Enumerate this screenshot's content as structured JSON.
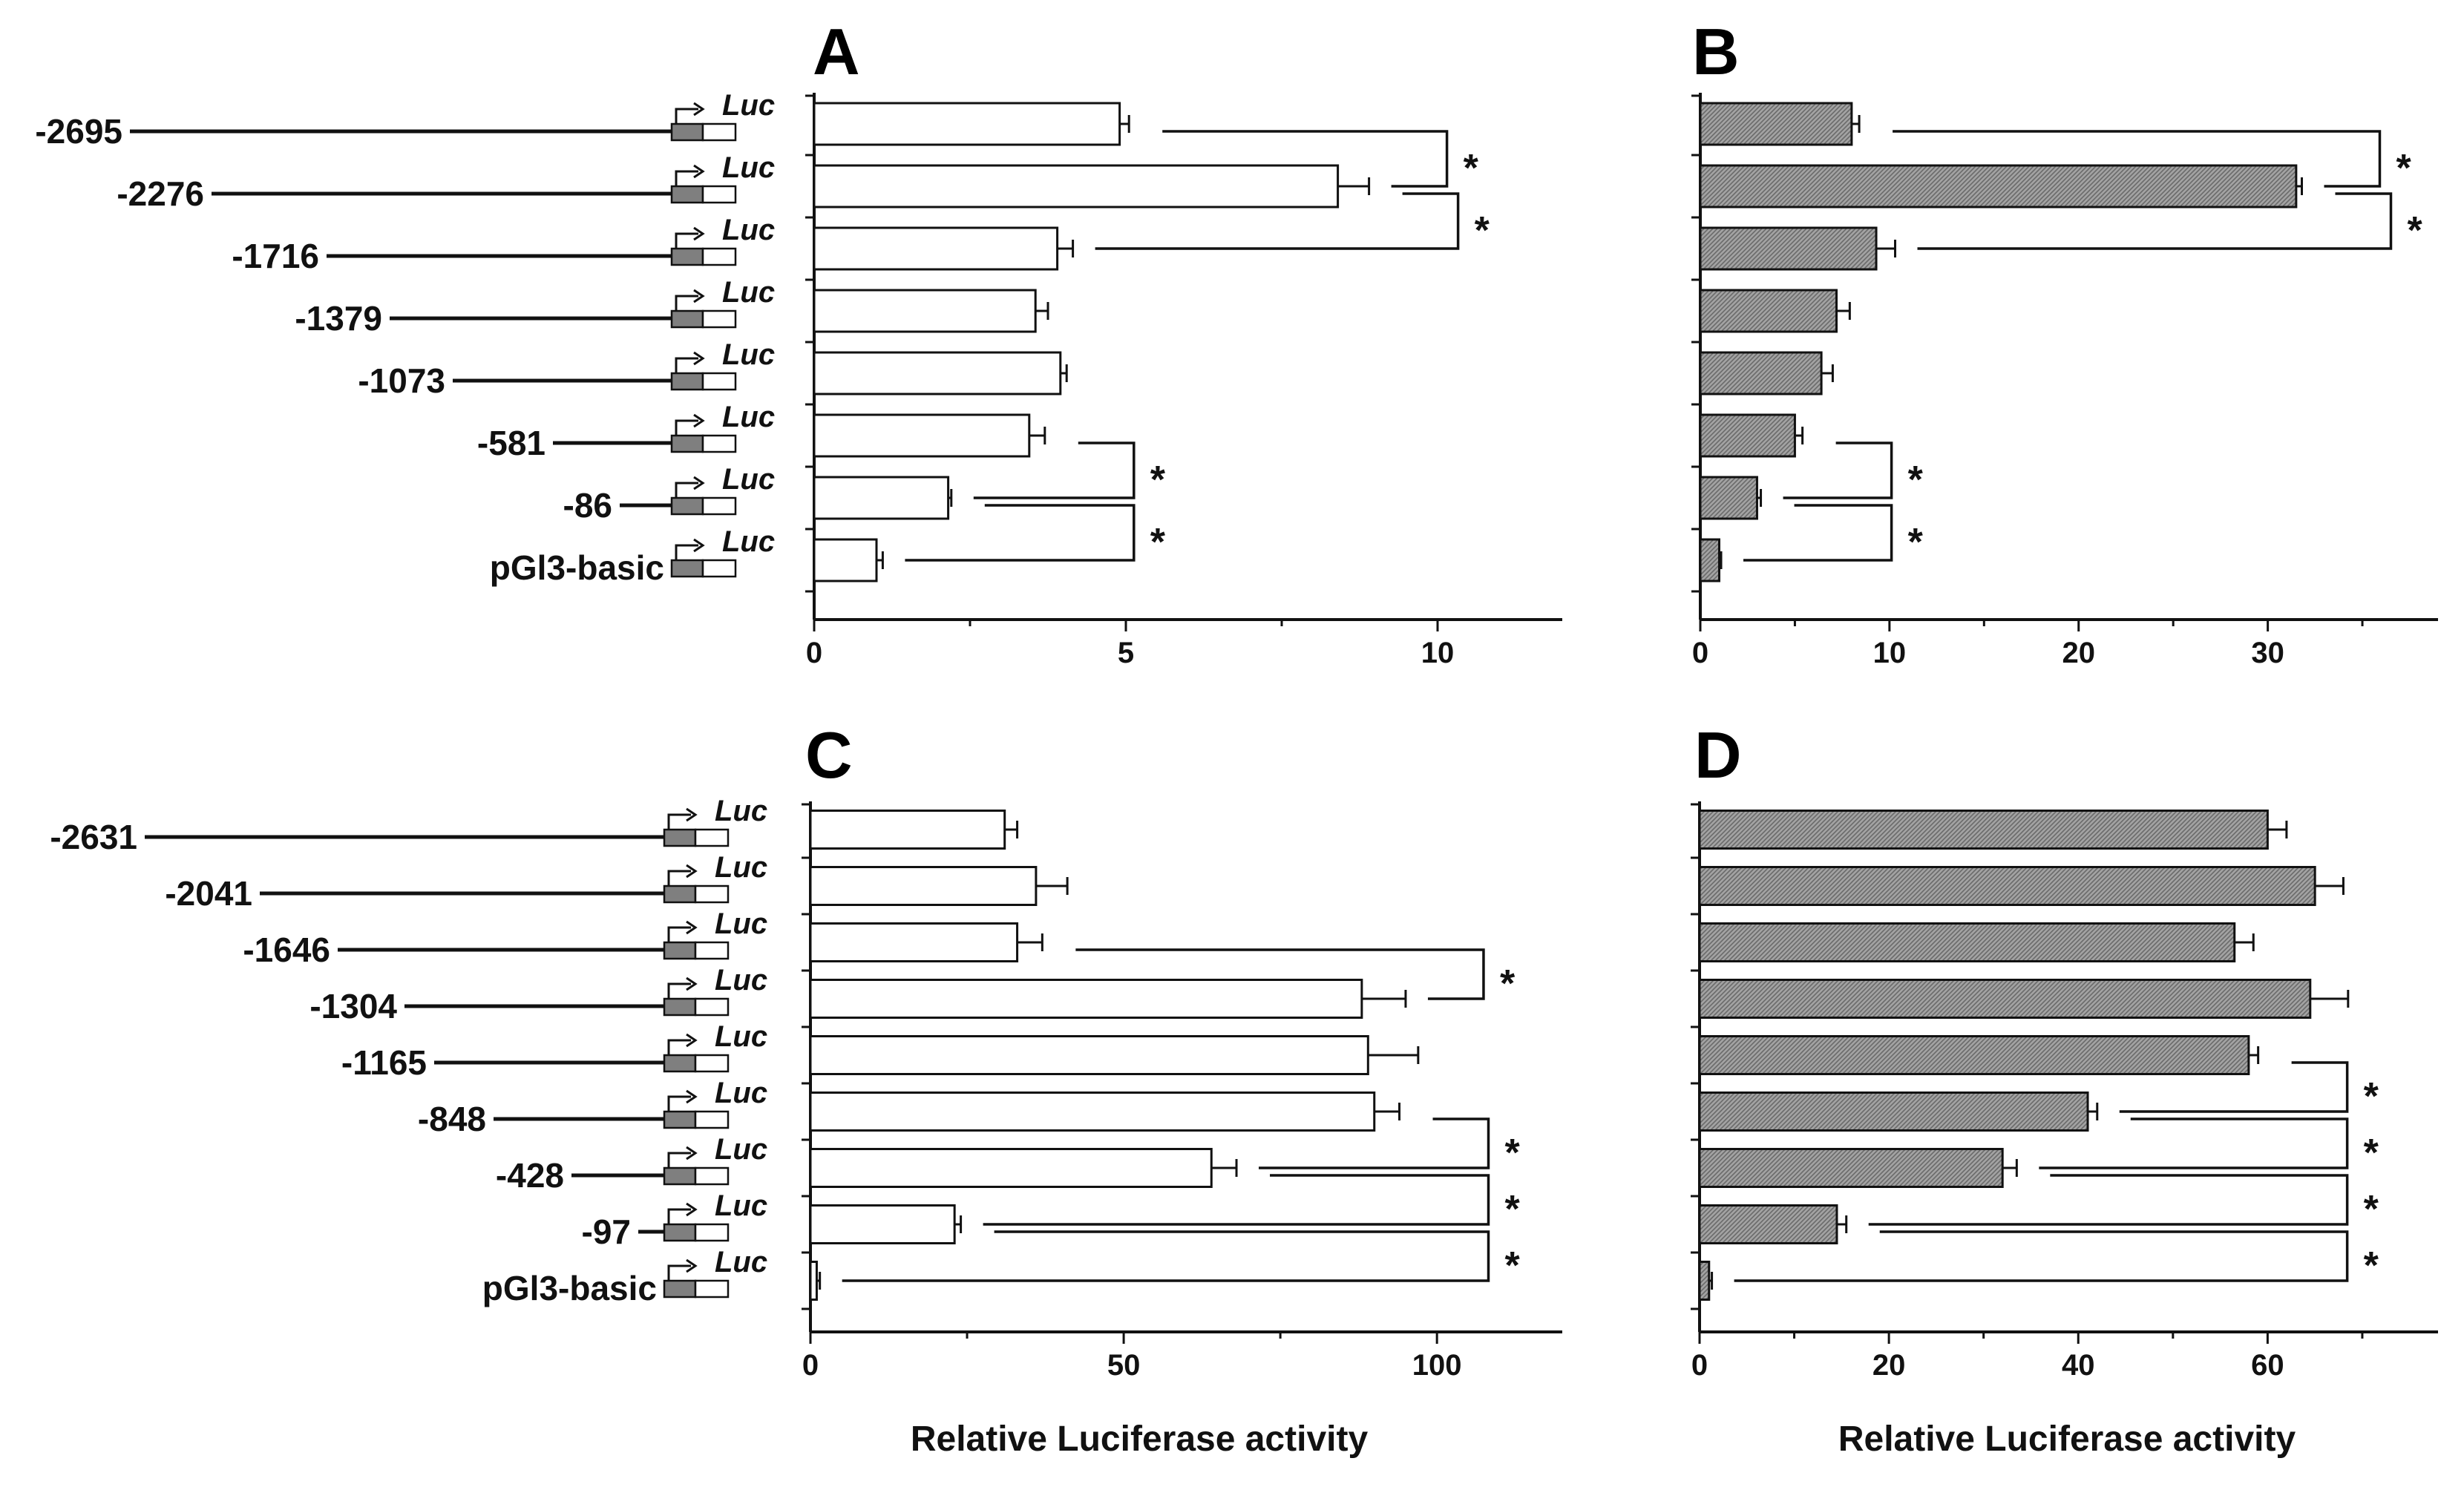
{
  "colors": {
    "open_bar": "#ffffff",
    "hatched_bar": "#9a9a9a",
    "promoter_block": "#7f7f7f",
    "ink": "#111111"
  },
  "icons": [
    "arrow-icon",
    "luciferase-box-icon"
  ],
  "reporter_label": "Luc",
  "x_axis_label": "Relative Luciferase activity",
  "chart_data": [
    {
      "panel": "A",
      "type": "bar",
      "orientation": "horizontal",
      "fill": "open",
      "constructs": [
        "-2695",
        "-2276",
        "-1716",
        "-1379",
        "-1073",
        "-581",
        "-86",
        "pGl3-basic"
      ],
      "values": [
        4.9,
        8.4,
        3.9,
        3.55,
        3.95,
        3.45,
        2.15,
        1.0
      ],
      "errors": [
        0.15,
        0.5,
        0.25,
        0.2,
        0.1,
        0.25,
        0.05,
        0.1
      ],
      "xlim": [
        0,
        12
      ],
      "xticks": [
        "0",
        "5",
        "10"
      ],
      "significance": [
        {
          "rows": [
            0,
            1
          ],
          "label": "*"
        },
        {
          "rows": [
            1,
            2
          ],
          "label": "*"
        },
        {
          "rows": [
            5,
            6
          ],
          "label": "*"
        },
        {
          "rows": [
            6,
            7
          ],
          "label": "*"
        }
      ]
    },
    {
      "panel": "B",
      "type": "bar",
      "orientation": "horizontal",
      "fill": "hatched",
      "values": [
        8.0,
        31.5,
        9.3,
        7.2,
        6.4,
        5.0,
        3.0,
        1.0
      ],
      "errors": [
        0.4,
        0.3,
        1.0,
        0.7,
        0.6,
        0.4,
        0.2,
        0.1
      ],
      "xlim": [
        0,
        39
      ],
      "xticks": [
        "0",
        "10",
        "20",
        "30"
      ],
      "significance": [
        {
          "rows": [
            0,
            1
          ],
          "label": "*"
        },
        {
          "rows": [
            1,
            2
          ],
          "label": "*"
        },
        {
          "rows": [
            5,
            6
          ],
          "label": "*"
        },
        {
          "rows": [
            6,
            7
          ],
          "label": "*"
        }
      ]
    },
    {
      "panel": "C",
      "type": "bar",
      "orientation": "horizontal",
      "fill": "open",
      "constructs": [
        "-2631",
        "-2041",
        "-1646",
        "-1304",
        "-1165",
        "-848",
        "-428",
        "-97",
        "pGl3-basic"
      ],
      "values": [
        31,
        36,
        33,
        88,
        89,
        90,
        64,
        23,
        1
      ],
      "errors": [
        2,
        5,
        4,
        7,
        8,
        4,
        4,
        1,
        0.5
      ],
      "xlim": [
        0,
        120
      ],
      "xticks": [
        "0",
        "50",
        "100"
      ],
      "significance": [
        {
          "rows": [
            2,
            3
          ],
          "label": "*"
        },
        {
          "rows": [
            5,
            6
          ],
          "label": "*"
        },
        {
          "rows": [
            6,
            7
          ],
          "label": "*"
        },
        {
          "rows": [
            7,
            8
          ],
          "label": "*"
        }
      ]
    },
    {
      "panel": "D",
      "type": "bar",
      "orientation": "horizontal",
      "fill": "hatched",
      "values": [
        60,
        65,
        56.5,
        64.5,
        58,
        41,
        32,
        14.5,
        1
      ],
      "errors": [
        2,
        3,
        2,
        4,
        1,
        1,
        1.5,
        1,
        0.3
      ],
      "xlim": [
        0,
        78
      ],
      "xticks": [
        "0",
        "20",
        "40",
        "60"
      ],
      "significance": [
        {
          "rows": [
            4,
            5
          ],
          "label": "*"
        },
        {
          "rows": [
            5,
            6
          ],
          "label": "*"
        },
        {
          "rows": [
            6,
            7
          ],
          "label": "*"
        },
        {
          "rows": [
            7,
            8
          ],
          "label": "*"
        }
      ]
    }
  ]
}
